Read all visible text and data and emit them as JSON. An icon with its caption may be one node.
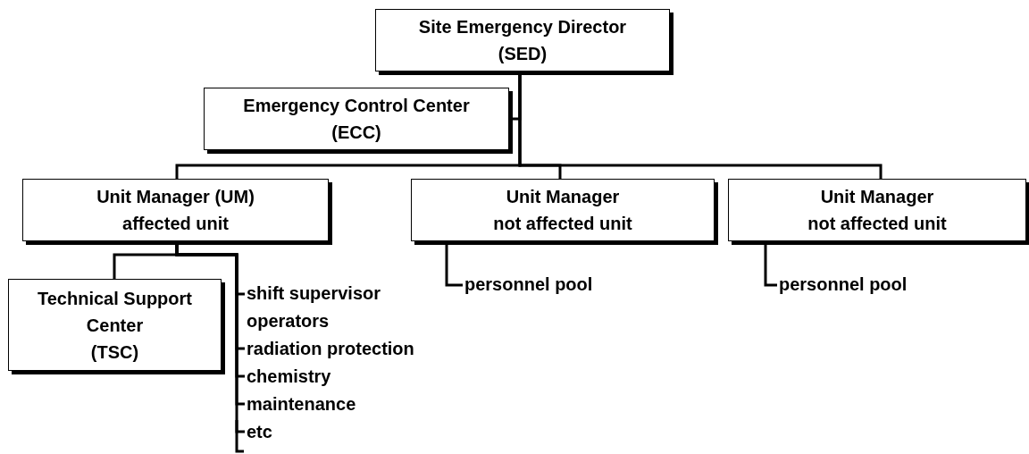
{
  "diagram": {
    "nodes": [
      {
        "text": [
          "Site Emergency Director",
          "(SED)"
        ]
      },
      {
        "text": [
          "Emergency Control Center",
          "(ECC)"
        ]
      },
      {
        "text": [
          "Unit Manager (UM)",
          "affected unit"
        ]
      },
      {
        "text": [
          "Unit Manager",
          "not affected unit"
        ]
      },
      {
        "text": [
          "Unit Manager",
          "not affected unit"
        ]
      },
      {
        "text": [
          "Technical Support Center",
          "(TSC)"
        ]
      },
      {
        "text": [
          "shift supervisor operators"
        ]
      },
      {
        "text": [
          "radiation protection"
        ]
      },
      {
        "text": [
          "chemistry"
        ]
      },
      {
        "text": [
          "maintenance"
        ]
      },
      {
        "text": [
          "etc"
        ]
      },
      {
        "text": [
          "personnel pool"
        ]
      },
      {
        "text": [
          "personnel pool"
        ]
      }
    ],
    "edges": [
      {
        "from": 0,
        "to": 1,
        "arrow": "none"
      },
      {
        "from": 0,
        "to": 2,
        "arrow": "none"
      },
      {
        "from": 0,
        "to": 3,
        "arrow": "none"
      },
      {
        "from": 0,
        "to": 4,
        "arrow": "none"
      },
      {
        "from": 2,
        "to": 5,
        "arrow": "none"
      },
      {
        "from": 2,
        "to": 6,
        "arrow": "none"
      },
      {
        "from": 2,
        "to": 7,
        "arrow": "none"
      },
      {
        "from": 2,
        "to": 8,
        "arrow": "none"
      },
      {
        "from": 2,
        "to": 9,
        "arrow": "none"
      },
      {
        "from": 2,
        "to": 10,
        "arrow": "none"
      },
      {
        "from": 3,
        "to": 11,
        "arrow": "none"
      },
      {
        "from": 4,
        "to": 12,
        "arrow": "none"
      }
    ]
  }
}
